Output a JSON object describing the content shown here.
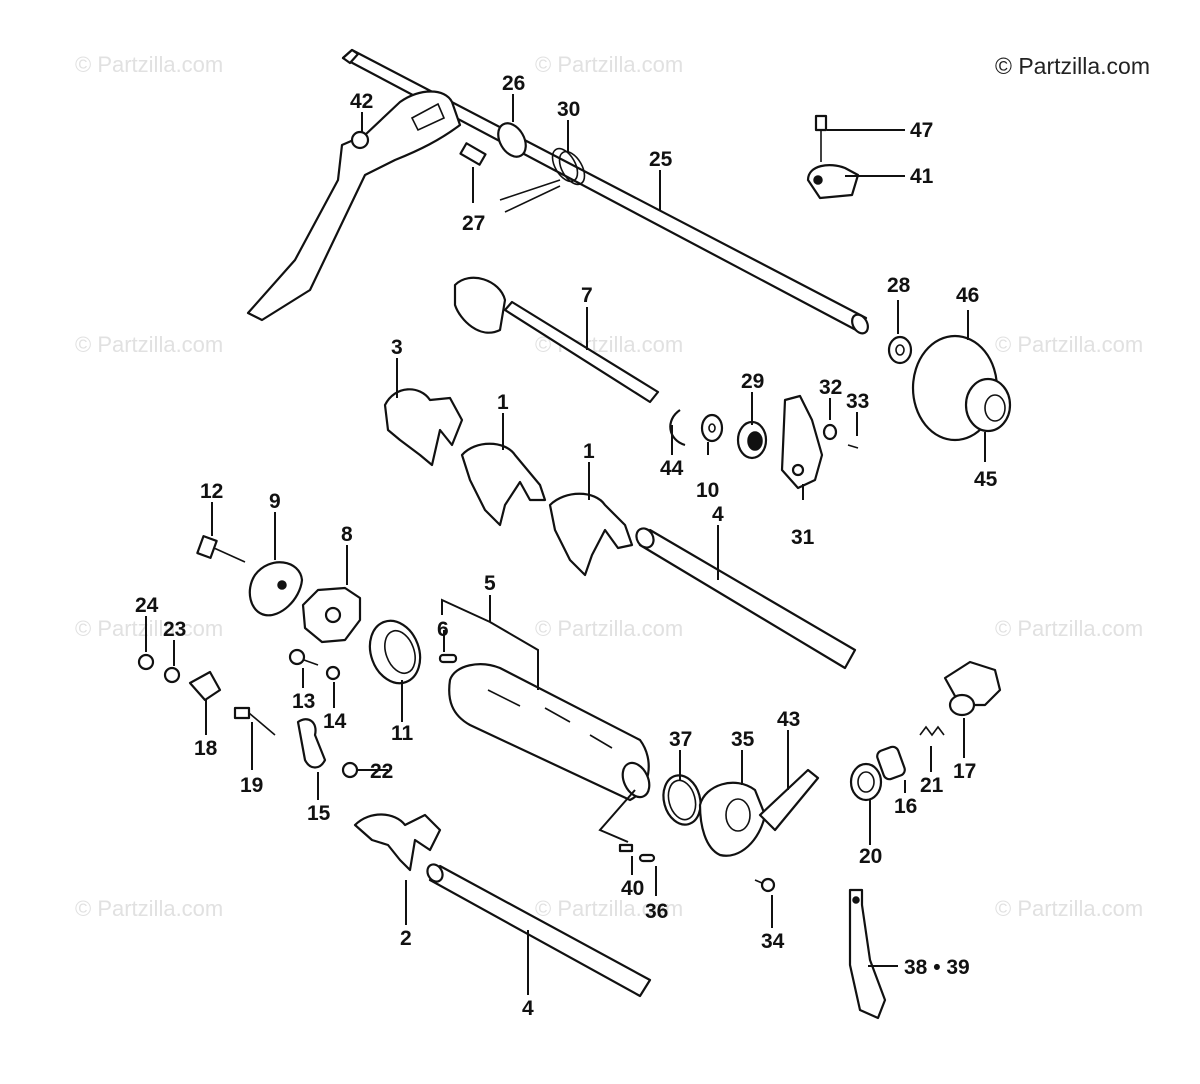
{
  "copyright": "© Partzilla.com",
  "watermark_text": "© Partzilla.com",
  "callouts": {
    "c1a": "1",
    "c1b": "1",
    "c2": "2",
    "c3": "3",
    "c4a": "4",
    "c4b": "4",
    "c5": "5",
    "c6": "6",
    "c7": "7",
    "c8": "8",
    "c9": "9",
    "c10": "10",
    "c11": "11",
    "c12": "12",
    "c13": "13",
    "c14": "14",
    "c15": "15",
    "c16": "16",
    "c17": "17",
    "c18": "18",
    "c19": "19",
    "c20": "20",
    "c21": "21",
    "c22": "22",
    "c23": "23",
    "c24": "24",
    "c25": "25",
    "c26": "26",
    "c27": "27",
    "c28": "28",
    "c29": "29",
    "c30": "30",
    "c31": "31",
    "c32": "32",
    "c33": "33",
    "c34": "34",
    "c35": "35",
    "c36": "36",
    "c37": "37",
    "c3839": "38 • 39",
    "c40": "40",
    "c41": "41",
    "c42": "42",
    "c43": "43",
    "c44": "44",
    "c45": "45",
    "c46": "46",
    "c47": "47"
  }
}
